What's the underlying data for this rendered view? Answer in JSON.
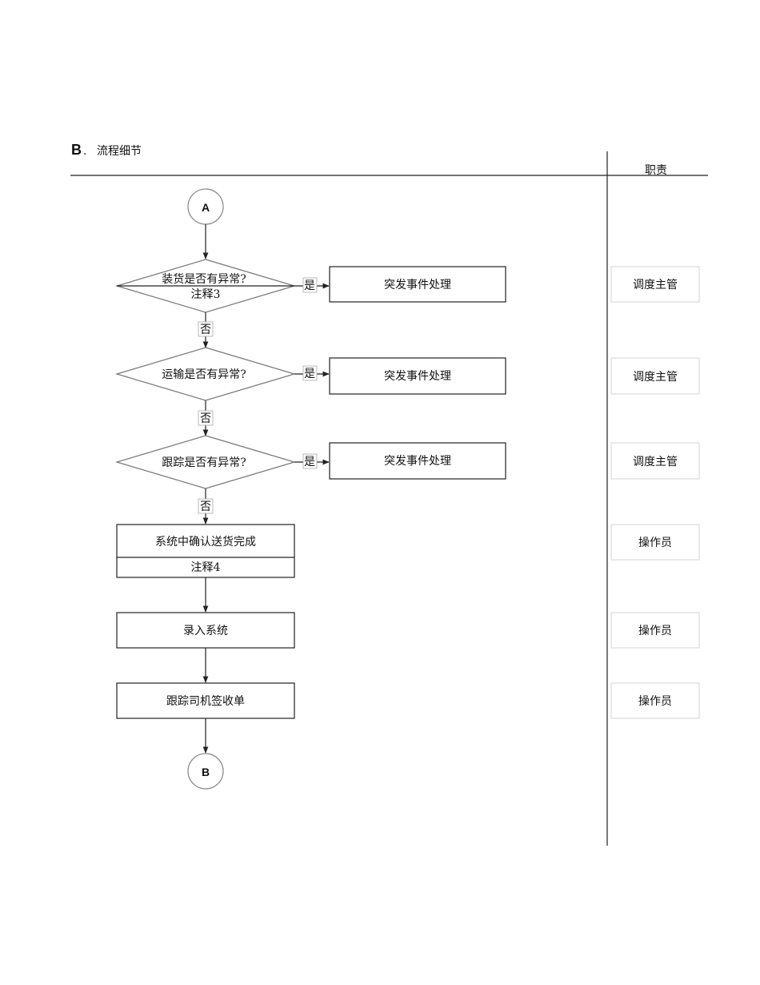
{
  "section": {
    "letter": "B",
    "dot": ".",
    "title": "流程细节"
  },
  "responsibility_header": "职责",
  "connectors": {
    "start": "A",
    "end": "B"
  },
  "decisions": [
    {
      "question": "装货是否有异常?",
      "note": "注释3",
      "yes_label": "是",
      "no_label": "否",
      "action": "突发事件处理",
      "role": "调度主管"
    },
    {
      "question": "运输是否有异常?",
      "yes_label": "是",
      "no_label": "否",
      "action": "突发事件处理",
      "role": "调度主管"
    },
    {
      "question": "跟踪是否有异常?",
      "yes_label": "是",
      "no_label": "否",
      "action": "突发事件处理",
      "role": "调度主管"
    }
  ],
  "steps": [
    {
      "label": "系统中确认送货完成",
      "note": "注释4",
      "role": "操作员"
    },
    {
      "label": "录入系统",
      "role": "操作员"
    },
    {
      "label": "跟踪司机签收单",
      "role": "操作员"
    }
  ]
}
